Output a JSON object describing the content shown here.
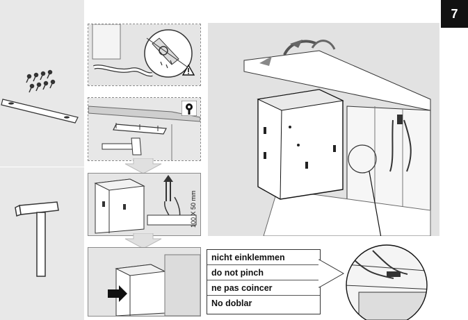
{
  "page": {
    "number": "7"
  },
  "pinch_warning": {
    "lines": [
      "nicht einklemmen",
      "do not pinch",
      "ne pas coincer",
      "No doblar"
    ]
  },
  "dimension_label": "100 X 50 mm",
  "icons": {
    "warning": "warning-triangle-icon",
    "wrench": "wrench-icon",
    "screws": "screws-icon",
    "mounting_strip": "mounting-strip-icon",
    "hammer": "hammer-icon"
  },
  "colors": {
    "sidebar": "#e8e8e8",
    "grey_panel": "#e2e2e2",
    "tab": "#111111"
  }
}
